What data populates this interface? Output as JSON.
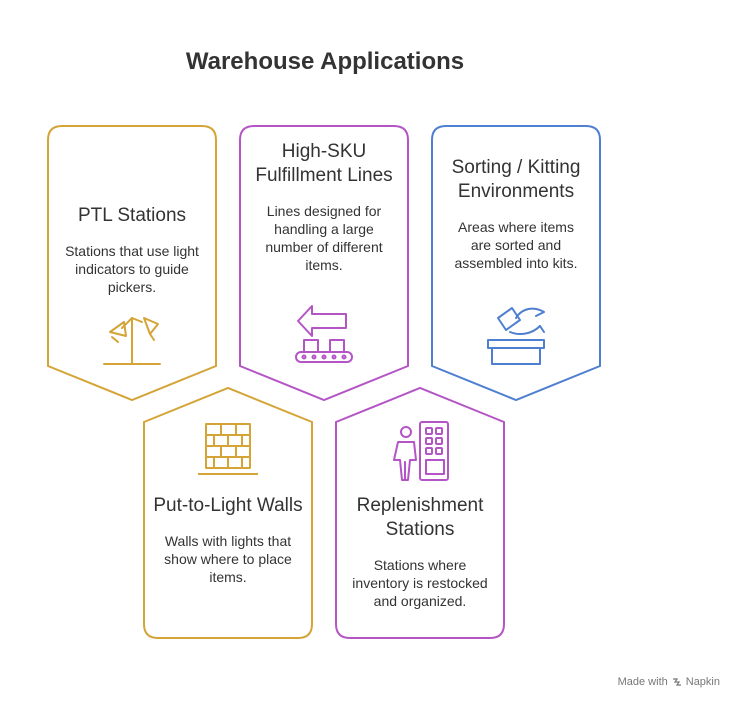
{
  "title": "Warehouse Applications",
  "colors": {
    "gold": "#D4A437",
    "magenta": "#B455C6",
    "blue": "#4E7FD1",
    "text": "#333333"
  },
  "cards": [
    {
      "title": "PTL Stations",
      "description": "Stations that use light indicators to guide pickers.",
      "icon": "lamp-icon",
      "color": "gold"
    },
    {
      "title": "High-SKU Fulfillment Lines",
      "description": "Lines designed for handling a large number of different items.",
      "icon": "conveyor-arrow-icon",
      "color": "magenta"
    },
    {
      "title": "Sorting / Kitting Environments",
      "description": "Areas where items are sorted and assembled into kits.",
      "icon": "sorting-box-icon",
      "color": "blue"
    },
    {
      "title": "Put-to-Light Walls",
      "description": "Walls with lights that show where to place items.",
      "icon": "brick-wall-icon",
      "color": "gold"
    },
    {
      "title": "Replenishment Stations",
      "description": "Stations where inventory is restocked and organized.",
      "icon": "person-shelf-icon",
      "color": "magenta"
    }
  ],
  "footer": {
    "prefix": "Made with",
    "brand": "Napkin"
  }
}
